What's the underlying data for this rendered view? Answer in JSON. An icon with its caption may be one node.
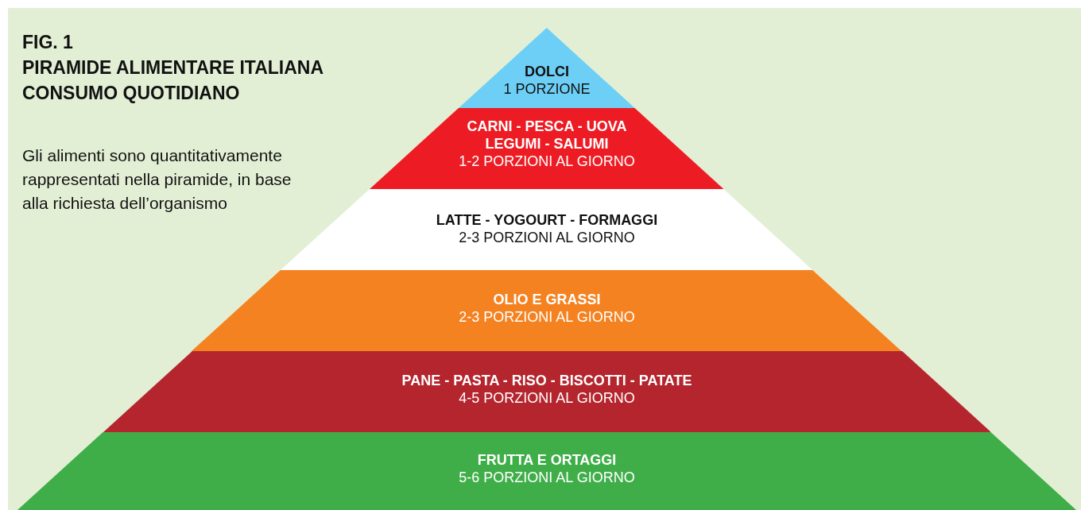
{
  "diagram": {
    "title": "PIRAMIDE ALIMENTARE ITALIANA CONSUMO QUOTIDIANO",
    "nodes": [
      {
        "text": [
          "DOLCI",
          "1 PORZIONE"
        ]
      },
      {
        "text": [
          "CARNI - PESCA - UOVA LEGUMI - SALUMI",
          "1-2 PORZIONI AL GIORNO"
        ]
      },
      {
        "text": [
          "LATTE - YOGOURT - FORMAGGI",
          "2-3 PORZIONI AL GIORNO"
        ]
      },
      {
        "text": [
          "OLIO E GRASSI",
          "2-3 PORZIONI AL GIORNO"
        ]
      },
      {
        "text": [
          "PANE - PASTA - RISO - BISCOTTI - PATATE",
          "4-5 PORZIONI AL GIORNO"
        ]
      },
      {
        "text": [
          "FRUTTA E ORTAGGI",
          "5-6 PORZIONI AL GIORNO"
        ]
      }
    ],
    "labels": [
      "FIG. 1",
      "Gli alimenti sono quantitativamente rappresentati nella piramide, in base alla richiesta dell’organismo"
    ]
  }
}
